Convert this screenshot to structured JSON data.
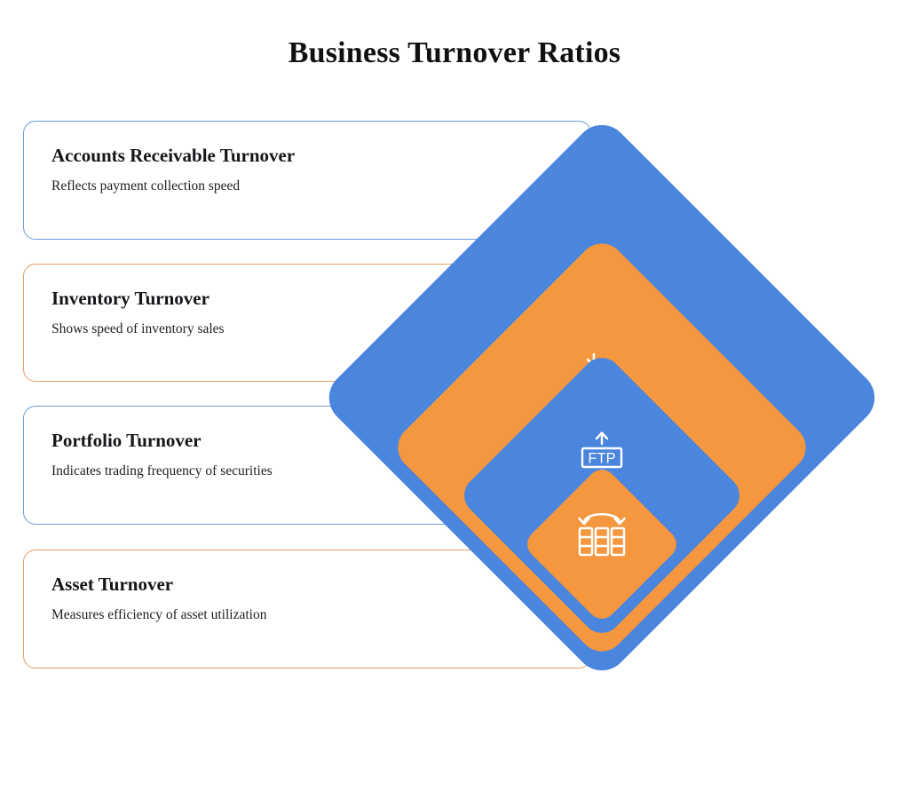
{
  "header": {
    "title": "Business Turnover Ratios"
  },
  "colors": {
    "blue": "#4A85DE",
    "orange": "#F5973E",
    "card_border_blue": "#6C9BD8",
    "card_border_orange": "#E0A063",
    "background": "#FFFFFF",
    "text": "#15151A"
  },
  "cards": [
    {
      "title": "Accounts Receivable Turnover",
      "description": "Reflects payment collection speed",
      "accent": "blue"
    },
    {
      "title": "Inventory Turnover",
      "description": "Shows speed of inventory sales",
      "accent": "orange"
    },
    {
      "title": "Portfolio Turnover",
      "description": "Indicates trading frequency of securities",
      "accent": "blue"
    },
    {
      "title": "Asset Turnover",
      "description": "Measures efficiency of asset utilization",
      "accent": "orange"
    }
  ],
  "diamonds": [
    {
      "icon": "calculator-refresh-icon",
      "color": "#4A85DE",
      "order": 1
    },
    {
      "icon": "speedometer-arrow-icon",
      "color": "#F5973E",
      "order": 2
    },
    {
      "icon": "ftp-transfer-icon",
      "color": "#4A85DE",
      "order": 3,
      "label": "FTP"
    },
    {
      "icon": "inventory-columns-arrow-icon",
      "color": "#F5973E",
      "order": 4
    }
  ]
}
